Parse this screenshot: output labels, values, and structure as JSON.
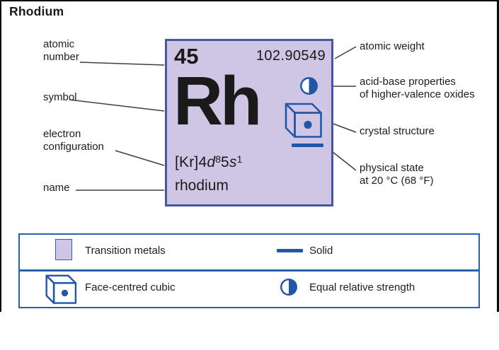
{
  "page": {
    "title": "Rhodium"
  },
  "element": {
    "atomic_number": "45",
    "atomic_weight": "102.90549",
    "symbol": "Rh",
    "name": "rhodium",
    "electron_configuration": {
      "base1": "[Kr]4",
      "orbital1": "d",
      "sup1": "8",
      "base2": "5",
      "orbital2": "s",
      "sup2": "1"
    }
  },
  "callouts": {
    "atomic_number": [
      "atomic",
      "number"
    ],
    "symbol": [
      "symbol"
    ],
    "electron_configuration": [
      "electron",
      "configuration"
    ],
    "name": [
      "name"
    ],
    "atomic_weight": [
      "atomic weight"
    ],
    "acid_base": [
      "acid-base properties",
      "of higher-valence oxides"
    ],
    "crystal_structure": [
      "crystal structure"
    ],
    "physical_state": [
      "physical state",
      "at 20 °C (68 °F)"
    ]
  },
  "legend": {
    "transition_metals": "Transition metals",
    "solid": "Solid",
    "face_centred_cubic": "Face-centred cubic",
    "equal_relative_strength": "Equal relative strength"
  },
  "icons": {
    "acid_base": "half-filled-circle-icon",
    "crystal_structure": "cube-icon",
    "physical_state": "horizontal-line-icon",
    "category_swatch": "lavender-square-icon"
  },
  "colors": {
    "category_fill": "#cfc6e5",
    "tile_border": "#45579e",
    "accent_blue": "#2257a8",
    "legend_border": "#2563ae",
    "connector": "#3f3f3f"
  }
}
